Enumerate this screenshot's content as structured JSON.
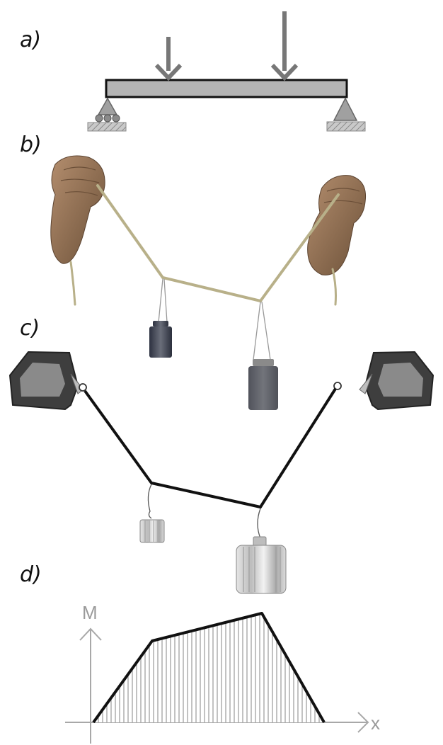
{
  "panels": {
    "a": {
      "label": "a)"
    },
    "b": {
      "label": "b)"
    },
    "c": {
      "label": "c)"
    },
    "d": {
      "label": "d)",
      "y_axis_label": "M",
      "x_axis_label": "x"
    }
  },
  "colors": {
    "beam": "#b4b4b4",
    "outline": "#111111",
    "arrow": "#777777",
    "rope": "#b8b089",
    "skin": "#9a7658",
    "weight_dark": "#3d4150",
    "hatch": "#9a9a9a",
    "axis": "#a8a8a8"
  }
}
